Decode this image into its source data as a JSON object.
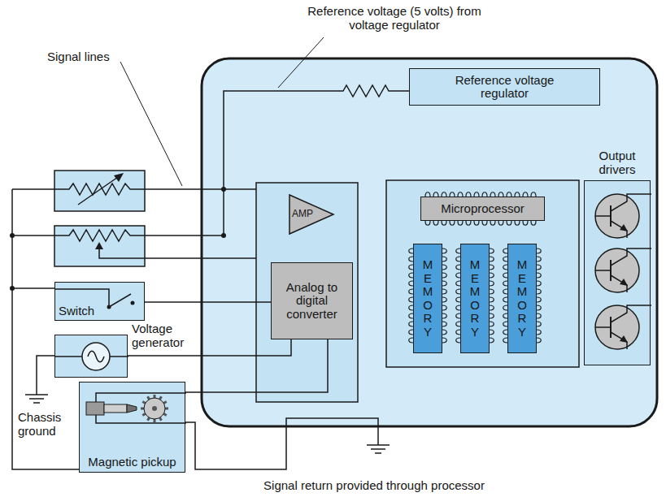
{
  "diagram": {
    "nodes": [
      {
        "text": [
          "Reference voltage regulator"
        ]
      },
      {
        "text": [
          "AMP"
        ]
      },
      {
        "text": [
          "Analog to digital converter"
        ]
      },
      {
        "text": [
          "Microprocessor"
        ]
      },
      {
        "text": [
          "MEMORY"
        ]
      },
      {
        "text": [
          "MEMORY"
        ]
      },
      {
        "text": [
          "MEMORY"
        ]
      },
      {
        "text": [
          "Output drivers"
        ]
      },
      {
        "text": [
          "Switch"
        ]
      },
      {
        "text": [
          "Voltage generator"
        ]
      },
      {
        "text": [
          "Magnetic pickup"
        ]
      }
    ],
    "edges": [
      {
        "from": 8,
        "to": 2,
        "arrow": "none"
      },
      {
        "from": 9,
        "to": 2,
        "arrow": "none"
      },
      {
        "from": 10,
        "to": 2,
        "arrow": "none"
      }
    ],
    "labels": [
      "Reference voltage (5 volts) from voltage regulator",
      "Signal lines",
      "Chassis ground",
      "Signal return provided through processor"
    ]
  }
}
